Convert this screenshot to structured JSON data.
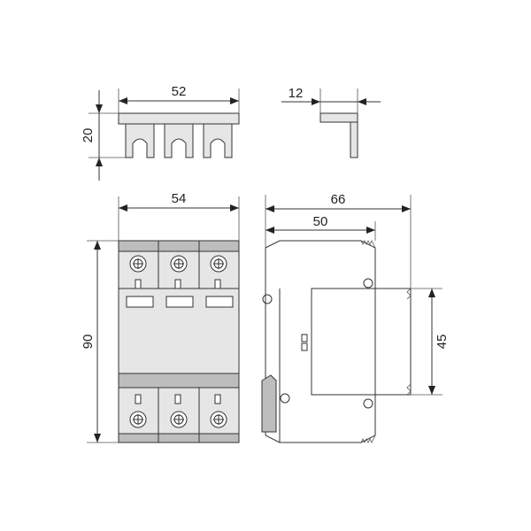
{
  "dimensions": {
    "busbar_width": "52",
    "busbar_height": "20",
    "busbar_side_width": "12",
    "device_width": "54",
    "device_height": "90",
    "depth_total": "66",
    "depth_front": "50",
    "rail_height": "45"
  },
  "colors": {
    "line": "#333333",
    "module_fill": "#e6e6e6",
    "band_fill": "#bdbdbd"
  },
  "icons": [
    "terminal-screw-icon",
    "arrowhead-icon"
  ]
}
